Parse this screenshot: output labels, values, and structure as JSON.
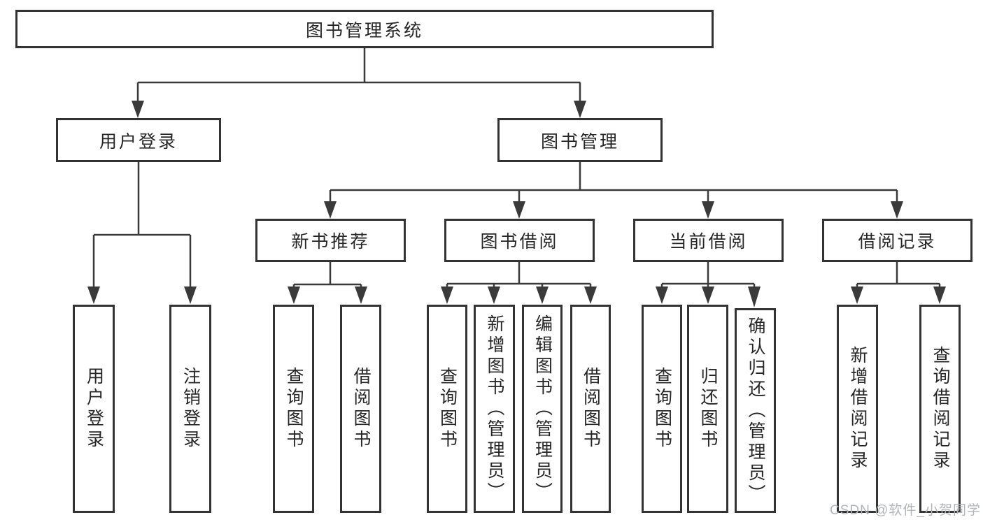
{
  "colors": {
    "line": "#3a3a3a",
    "box_border": "#333333",
    "text": "#262626",
    "background": "#ffffff",
    "watermark": "#b2b5ba"
  },
  "diagram": {
    "root": "图书管理系统",
    "level2": [
      "用户登录",
      "图书管理"
    ],
    "level3": [
      "新书推荐",
      "图书借阅",
      "当前借阅",
      "借阅记录"
    ],
    "leaves": {
      "login": [
        "用户登录",
        "注销登录"
      ],
      "recommend": [
        "查询图书",
        "借阅图书"
      ],
      "borrow": [
        "查询图书",
        "新增图书（管理员）",
        "编辑图书（管理员）",
        "借阅图书"
      ],
      "current": [
        "查询图书",
        "归还图书",
        "确认归还（管理员）"
      ],
      "records": [
        "新增借阅记录",
        "查询借阅记录"
      ]
    }
  },
  "watermark": "CSDN @软件_小贺同学"
}
